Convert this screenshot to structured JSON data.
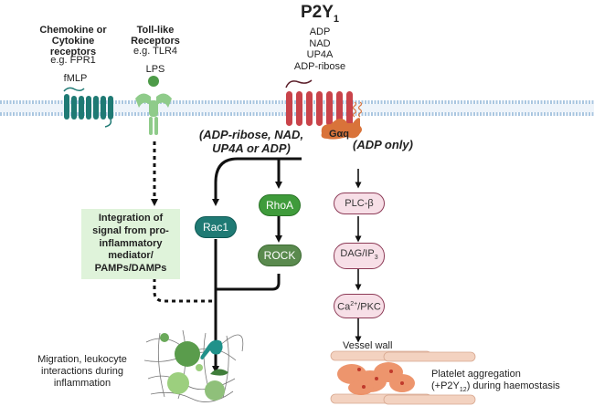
{
  "receptors": {
    "chemokine": {
      "title": "Chemokine or Cytokine receptors",
      "example": "e.g. FPR1",
      "ligand": "fMLP"
    },
    "tlr": {
      "title": "Toll-like Receptors",
      "example": "e.g. TLR4",
      "ligand": "LPS"
    },
    "p2y1": {
      "title_main": "P2Y",
      "title_sub": "1",
      "ligands": [
        "ADP",
        "NAD",
        "UP4A",
        "ADP-ribose"
      ]
    }
  },
  "gprotein": {
    "label": "Gαq"
  },
  "branches": {
    "left_condition": "(ADP-ribose, NAD, UP4A or ADP)",
    "right_condition": "(ADP only)"
  },
  "nodes": {
    "rac1": "Rac1",
    "rhoa": "RhoA",
    "rock": "ROCK",
    "plcb": "PLC-β",
    "dag": "DAG/IP",
    "dag_sub": "3",
    "ca": "Ca",
    "ca_sup": "2+",
    "ca_rest": "/PKC"
  },
  "integration_box": "Integration of signal from pro-inflammatory mediator/ PAMPs/DAMPs",
  "outcomes": {
    "migration": "Migration, leukocyte interactions during inflammation",
    "vessel_wall": "Vessel wall",
    "platelet_line1": "Platelet aggregation",
    "platelet_line2_a": "(+P2Y",
    "platelet_line2_sub": "12",
    "platelet_line2_b": ") during haemostasis"
  },
  "colors": {
    "membrane": "#a9c6e0",
    "chemokine_receptor": "#1f7a74",
    "tlr": "#8fcb8a",
    "p2y1": "#c9434a",
    "gaq": "#d9733a",
    "integration_bg": "#dff3da"
  }
}
